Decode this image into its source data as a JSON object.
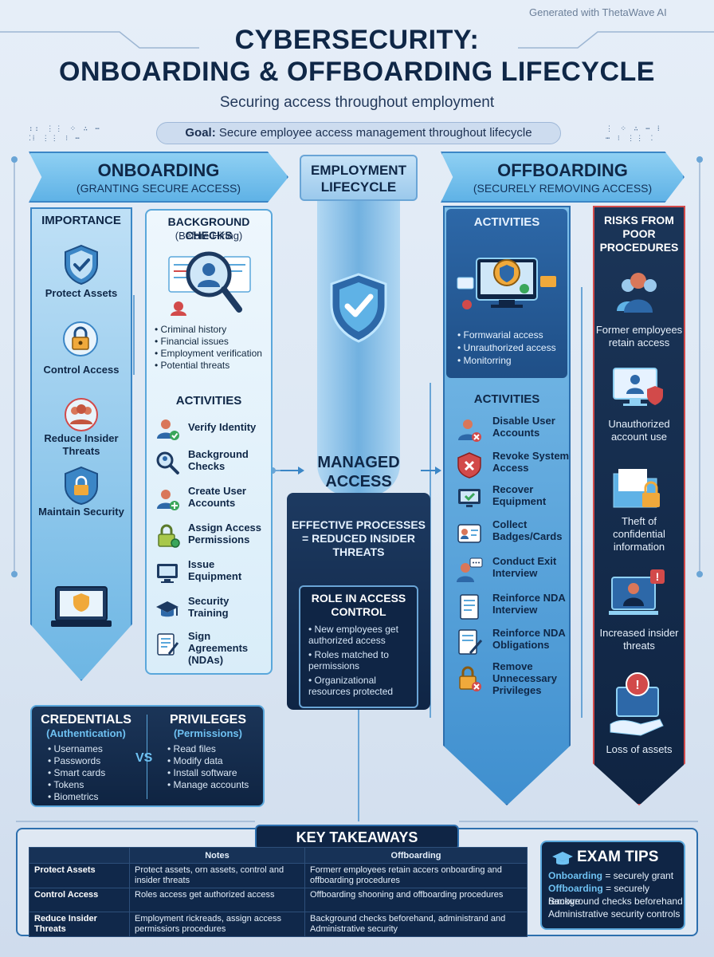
{
  "watermark": "Generated with ThetaWave AI",
  "header": {
    "title_line1": "CYBERSECURITY:",
    "title_line2": "ONBOARDING & OFFBOARDING LIFECYCLE",
    "subtitle": "Securing access throughout employment",
    "goal_label": "Goal:",
    "goal_text": "Secure employee access management throughout lifecycle"
  },
  "onboarding": {
    "title": "ONBOARDING",
    "subtitle": "(GRANTING SECURE ACCESS)"
  },
  "lifecycle": {
    "line1": "EMPLOYMENT",
    "line2": "LIFECYCLE"
  },
  "offboarding": {
    "title": "OFFBOARDING",
    "subtitle": "(SECURELY REMOVING ACCESS)"
  },
  "importance": {
    "heading": "IMPORTANCE",
    "items": [
      {
        "label": "Protect Assets",
        "icon": "shield-check-icon"
      },
      {
        "label": "Control Access",
        "icon": "padlock-icon"
      },
      {
        "label": "Reduce Insider Threats",
        "icon": "users-icon"
      },
      {
        "label": "Maintain Security",
        "icon": "shield-lock-icon"
      }
    ]
  },
  "background_checks": {
    "heading": "BACKGROUND CHECKS",
    "subheading": "(Before Hiring)",
    "bullets": [
      "Criminal history",
      "Financial issues",
      "Employment verification",
      "Potential threats"
    ],
    "activities_heading": "ACTIVITIES",
    "activities": [
      "Verify Identity",
      "Background Checks",
      "Create User Accounts",
      "Assign Access Permissions",
      "Issue Equipment",
      "Security Training",
      "Sign Agreements (NDAs)"
    ]
  },
  "center": {
    "managed": "MANAGED ACCESS",
    "effective": "EFFECTIVE PROCESSES = REDUCED INSIDER THREATS",
    "role_heading": "ROLE IN ACCESS CONTROL",
    "role_bullets": [
      "New employees get authorized access",
      "Roles matched to permissions",
      "Organizational resources protected"
    ]
  },
  "offboarding_activities": {
    "top_heading": "ACTIVITIES",
    "top_bullets": [
      "Formwarial access",
      "Unrauthorized access",
      "Monitorring"
    ],
    "heading": "ACTIVITIES",
    "items": [
      "Disable User Accounts",
      "Revoke System Access",
      "Recover Equipment",
      "Collect Badges/Cards",
      "Conduct Exit Interview",
      "Reinforce NDA Interview",
      "Reinforce NDA Obligations",
      "Remove Unnecessary Privileges"
    ]
  },
  "risks": {
    "heading": "RISKS FROM POOR PROCEDURES",
    "items": [
      "Former employees retain access",
      "Unauthorized account use",
      "Theft of confidential information",
      "Increased insider threats",
      "Loss of assets"
    ]
  },
  "credentials": {
    "heading": "CREDENTIALS",
    "sub": "(Authentication)",
    "items": [
      "Usernames",
      "Passwords",
      "Smart cards",
      "Tokens",
      "Biometrics"
    ],
    "vs": "VS"
  },
  "privileges": {
    "heading": "PRIVILEGES",
    "sub": "(Permissions)",
    "items": [
      "Read files",
      "Modify data",
      "Install software",
      "Manage accounts"
    ]
  },
  "takeaways": {
    "title": "KEY TAKEAWAYS",
    "columns": [
      "",
      "Notes",
      "Offboarding"
    ],
    "rows": [
      [
        "Protect Assets",
        "Protect assets, orn assets, control and insider threats",
        "Formerr employees retain accers onboarding and offboarding procedures"
      ],
      [
        "Control Access",
        "Roles access get authorized access",
        "Offboarding shooning and offboarding procedures"
      ],
      [
        "Reduce Insider Threats",
        "Employment rickreads, assign access permissiors procedures",
        "Background checks beforehand, administrand and Administrative security"
      ]
    ]
  },
  "exam_tips": {
    "heading": "EXAM TIPS",
    "line1_bold": "Onboarding",
    "line1_rest": "= securely grant",
    "line2_bold": "Offboarding",
    "line2_rest": "= securely remove",
    "line3": "Background checks beforehand",
    "line4": "Administrative security controls"
  },
  "colors": {
    "navy": "#0f2545",
    "accent_blue": "#5aa7db",
    "risk_red": "#d24a4a",
    "light_blue": "#8fd0f3"
  }
}
